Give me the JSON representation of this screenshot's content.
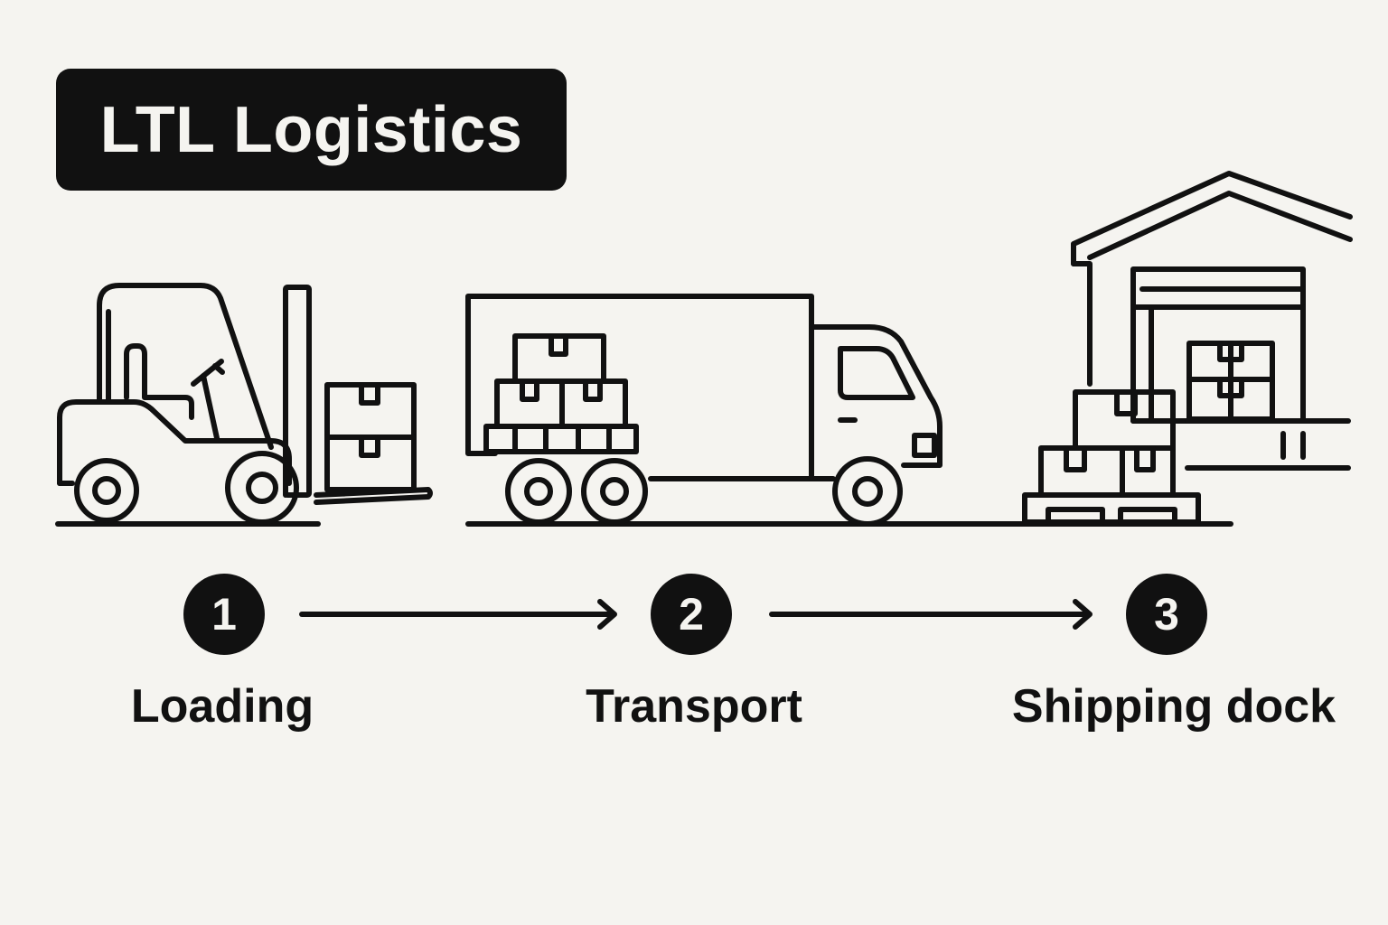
{
  "title": "LTL Logistics",
  "steps": [
    {
      "number": "1",
      "label": "Loading"
    },
    {
      "number": "2",
      "label": "Transport"
    },
    {
      "number": "3",
      "label": "Shipping dock"
    }
  ],
  "colors": {
    "ink": "#111111",
    "background": "#f5f4f0"
  },
  "icons": [
    "forklift-icon",
    "truck-icon",
    "warehouse-icon"
  ]
}
